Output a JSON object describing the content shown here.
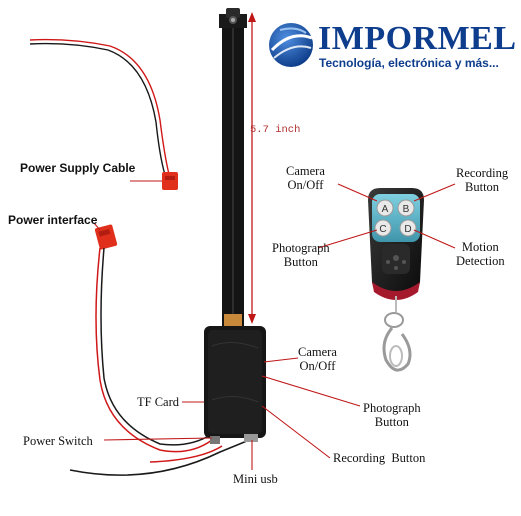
{
  "brand": {
    "name": "IMPORMEL",
    "tagline": "Tecnología, electrónica y más..."
  },
  "dimension": {
    "label": "5.7 inch"
  },
  "labels": {
    "power_supply_cable": "Power Supply Cable",
    "power_interface": "Power interface",
    "remote_camera_onoff": "Camera\nOn/Off",
    "remote_recording": "Recording\nButton",
    "remote_photograph": "Photograph\nButton",
    "remote_motion": "Motion\nDetection",
    "module_camera_onoff": "Camera\nOn/Off",
    "module_photograph": "Photograph\nButton",
    "tf_card": "TF Card",
    "power_switch": "Power Switch",
    "mini_usb": "Mini usb",
    "module_recording": "Recording  Button"
  },
  "remote_buttons": [
    "A",
    "B",
    "C",
    "D"
  ],
  "colors": {
    "brand_blue": "#0d3d8c",
    "wire_red": "#d01818",
    "connector_red": "#e0301c",
    "dimension_line": "#c01818",
    "remote_teal": "#5ab0c4"
  }
}
